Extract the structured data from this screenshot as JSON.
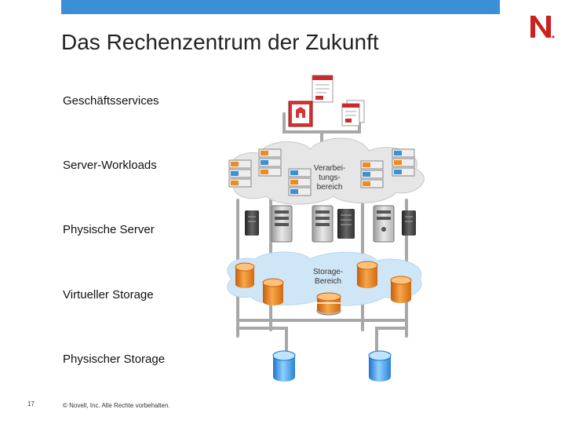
{
  "header": {
    "title": "Das Rechenzentrum der Zukunft"
  },
  "brand": {
    "logo_letter": "N",
    "accent_color": "#3a8fd6",
    "logo_color": "#cc1f1f"
  },
  "layers": [
    {
      "label": "Geschäftsservices"
    },
    {
      "label": "Server-Workloads"
    },
    {
      "label": "Physische Server"
    },
    {
      "label": "Virtueller Storage"
    },
    {
      "label": "Physischer Storage"
    }
  ],
  "diagram": {
    "compute_cloud_lines": [
      "Verarbei-",
      "tungs-",
      "bereich"
    ],
    "storage_cloud_lines": [
      "Storage-",
      "Bereich"
    ]
  },
  "footer": {
    "page_number": "17",
    "copyright": "© Novell, Inc. Alle Rechte vorbehalten."
  }
}
